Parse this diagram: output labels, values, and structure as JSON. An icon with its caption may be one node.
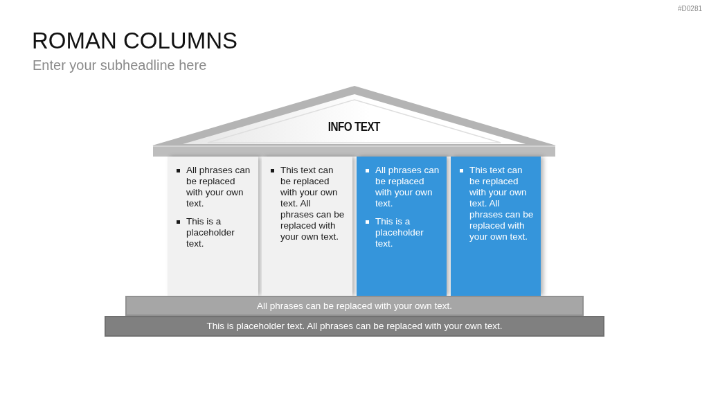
{
  "diagram": {
    "title": "ROMAN COLUMNS",
    "nodes": [
      {
        "text": [
          "INFO TEXT"
        ]
      },
      {
        "text": [],
        "shape": "bar"
      },
      {
        "text": [
          "All phrases can be replaced with your own text.",
          "This is a placeholder text."
        ]
      },
      {
        "text": [
          "This text can be replaced with your own text. All phrases can be replaced with your own text."
        ]
      },
      {
        "text": [
          "All phrases can be replaced with your own text.",
          "This is a placeholder text."
        ]
      },
      {
        "text": [
          "This text can be replaced with your own text. All phrases can be replaced with your own text."
        ]
      },
      {
        "text": [
          "All phrases can be replaced with your own text."
        ]
      },
      {
        "text": [
          "This is placeholder text. All phrases can be replaced with your own text."
        ]
      }
    ],
    "labels": [
      "#D0281",
      "Enter your subheadline here"
    ]
  }
}
